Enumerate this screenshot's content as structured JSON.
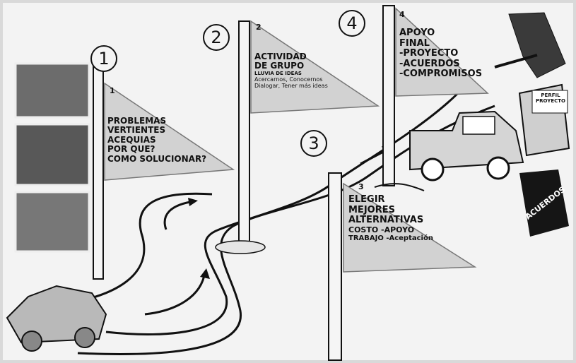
{
  "numbers": {
    "n1": "1",
    "n2": "2",
    "n3": "3",
    "n4": "4"
  },
  "flags": {
    "f1": {
      "num": "1",
      "lines": [
        "PROBLEMAS",
        "VERTIENTES",
        "ACEQUIAS",
        "POR QUE?",
        "COMO SOLUCIONAR?"
      ]
    },
    "f2": {
      "num": "2",
      "l1": "ACTIVIDAD",
      "l2": "DE GRUPO",
      "l3": "LLUVIA DE IDEAS",
      "l4": "Acercarnos, Conocernos",
      "l5": "Dialogar, Tener más ideas"
    },
    "f3": {
      "num": "3",
      "l1": "ELEGIR",
      "l2": "MEJORES",
      "l3": "ALTERNATIVAS",
      "l4": "COSTO -APOYO",
      "l5": "TRABAJO -Aceptación"
    },
    "f4": {
      "num": "4",
      "l1": "APOYO",
      "l2": "FINAL",
      "l3": "-PROYECTO",
      "l4": "-ACUERDOS",
      "l5": "-COMPROMISOS"
    }
  },
  "book": {
    "label": "PERFIL PROYECTO"
  },
  "banner": {
    "label": "ACUERDOS"
  }
}
